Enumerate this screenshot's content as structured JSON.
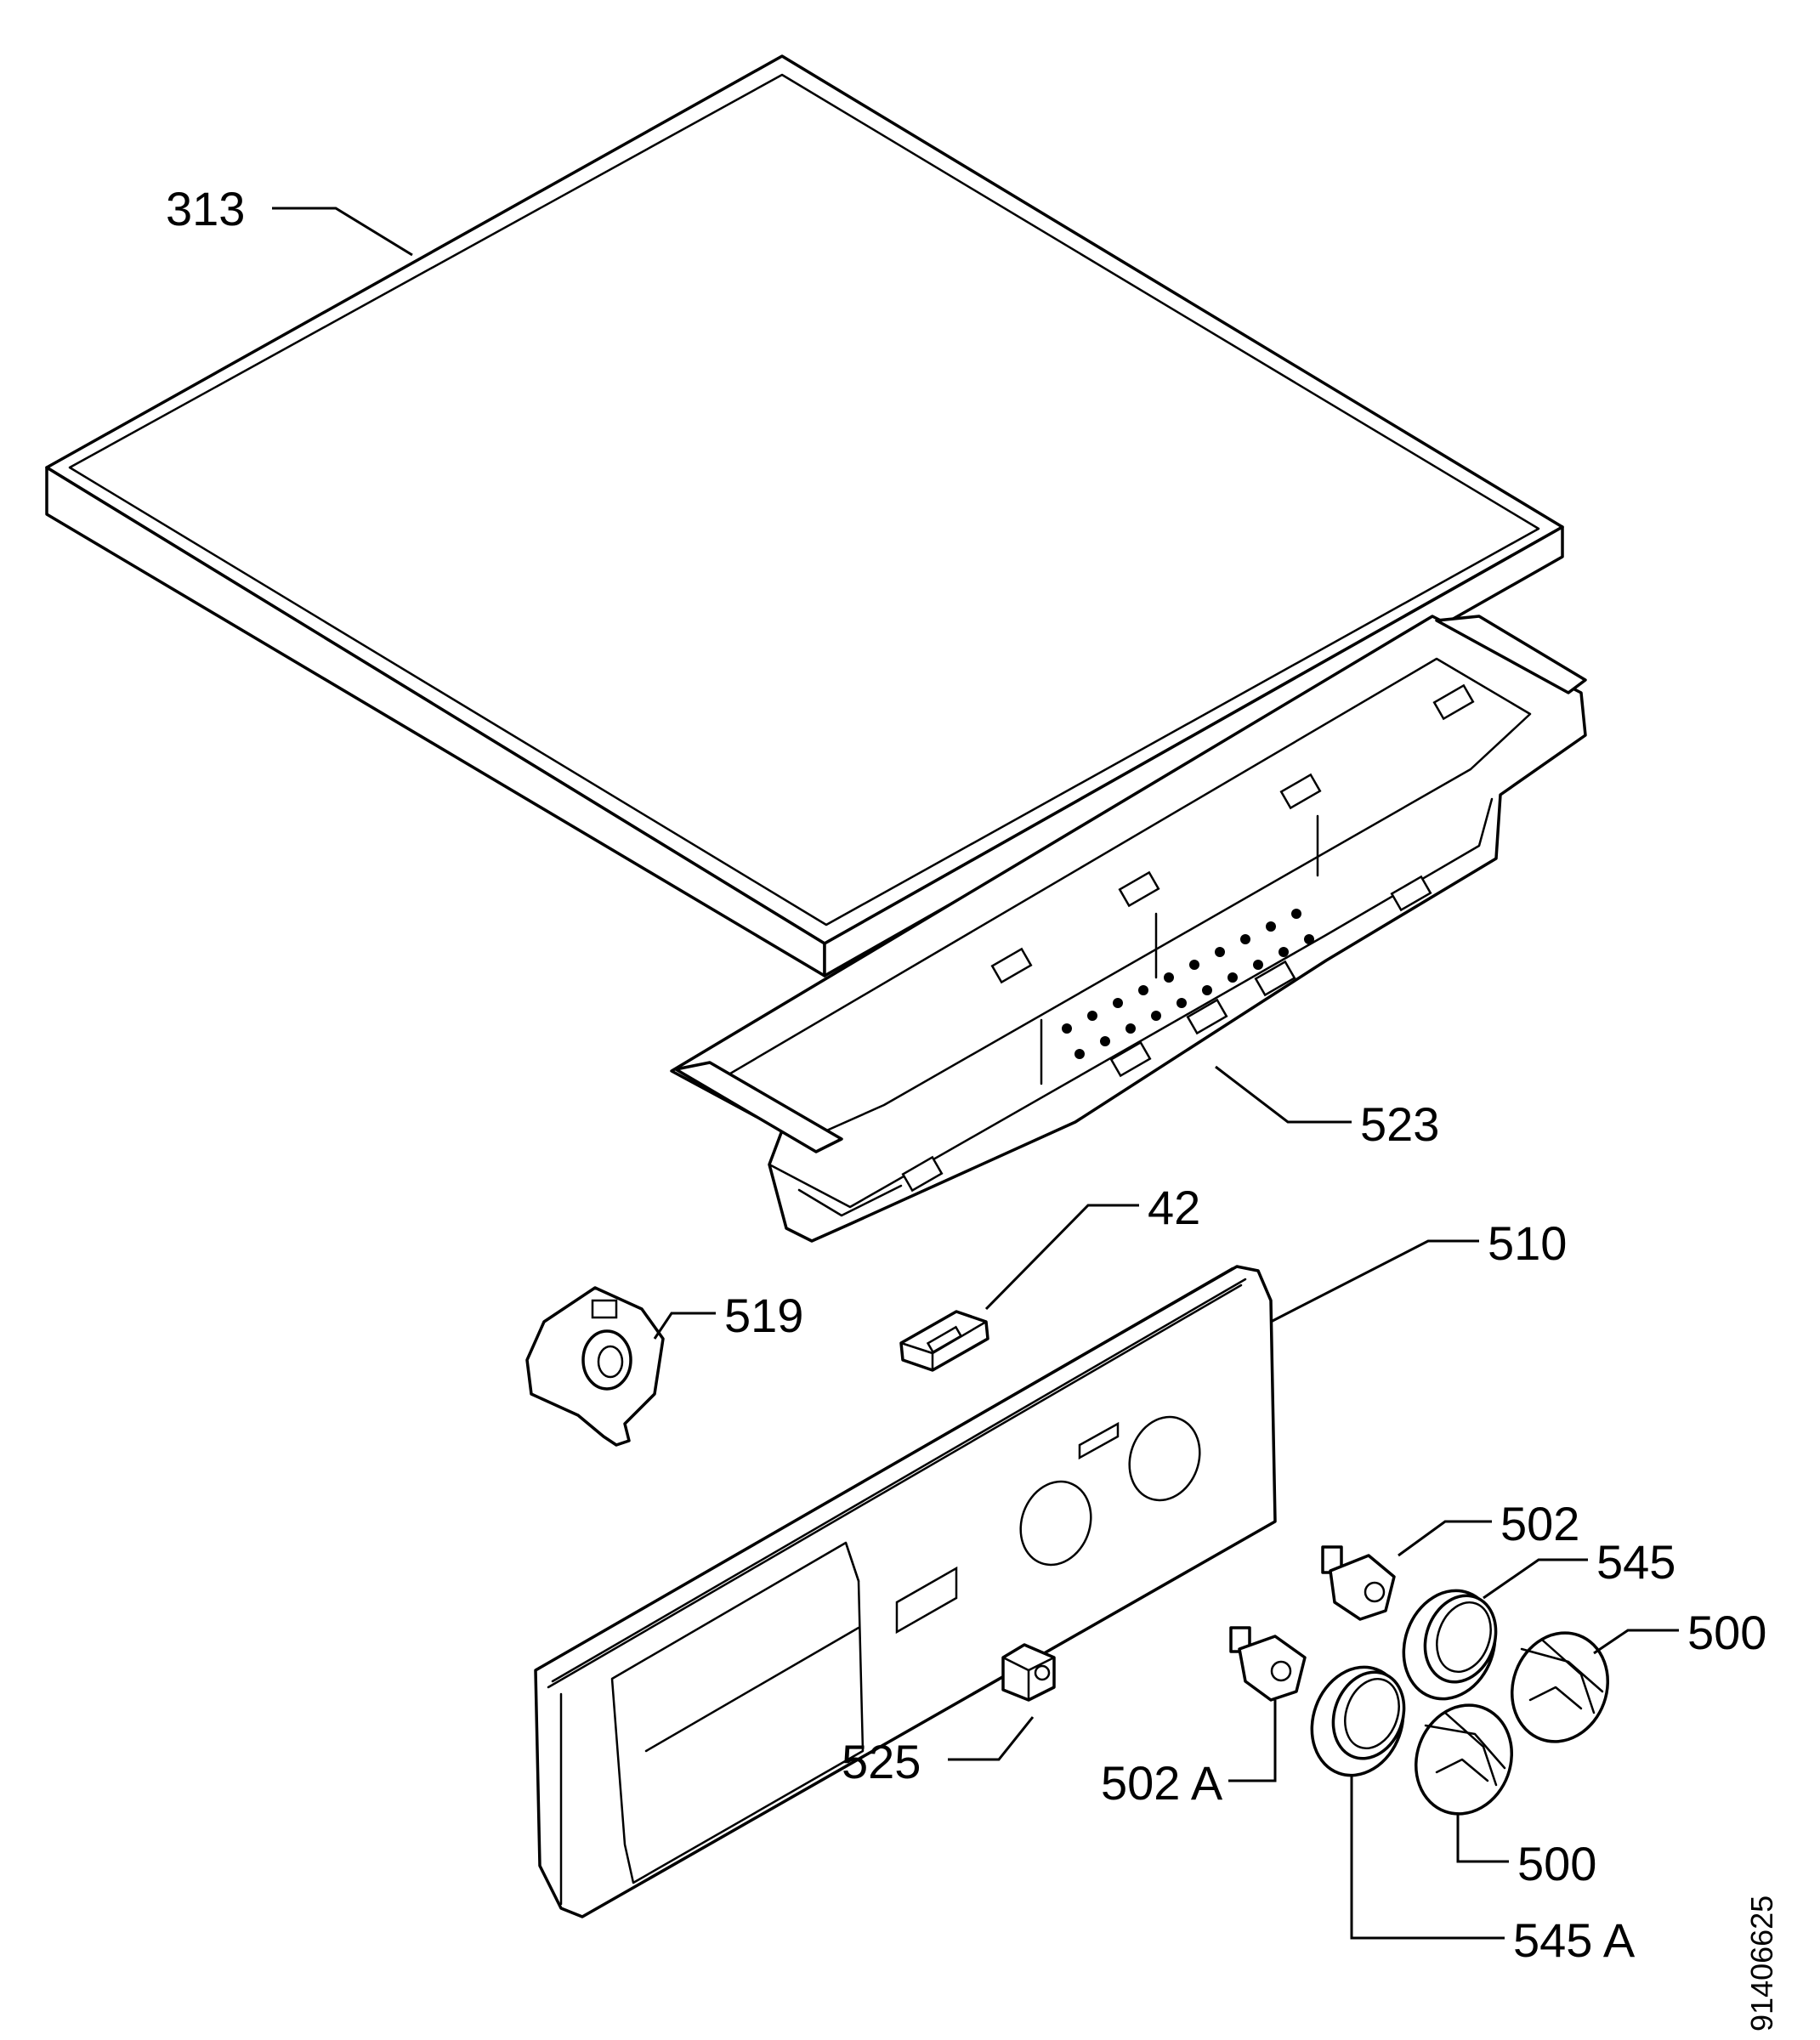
{
  "parts": [
    {
      "id": "313",
      "text": "313",
      "name": "top-cover"
    },
    {
      "id": "523",
      "text": "523",
      "name": "panel-support-frame"
    },
    {
      "id": "42",
      "text": "42",
      "name": "small-connector"
    },
    {
      "id": "510",
      "text": "510",
      "name": "control-panel-fascia"
    },
    {
      "id": "519",
      "text": "519",
      "name": "bracket-clip"
    },
    {
      "id": "502",
      "text": "502",
      "name": "knob-spindle-upper"
    },
    {
      "id": "545",
      "text": "545",
      "name": "knob-ring-upper"
    },
    {
      "id": "500a",
      "text": "500",
      "name": "knob-upper"
    },
    {
      "id": "525",
      "text": "525",
      "name": "push-button"
    },
    {
      "id": "502A",
      "text": "502 A",
      "name": "knob-spindle-lower"
    },
    {
      "id": "500b",
      "text": "500",
      "name": "knob-lower"
    },
    {
      "id": "545A",
      "text": "545 A",
      "name": "knob-ring-lower"
    }
  ],
  "document_number": "91406625"
}
